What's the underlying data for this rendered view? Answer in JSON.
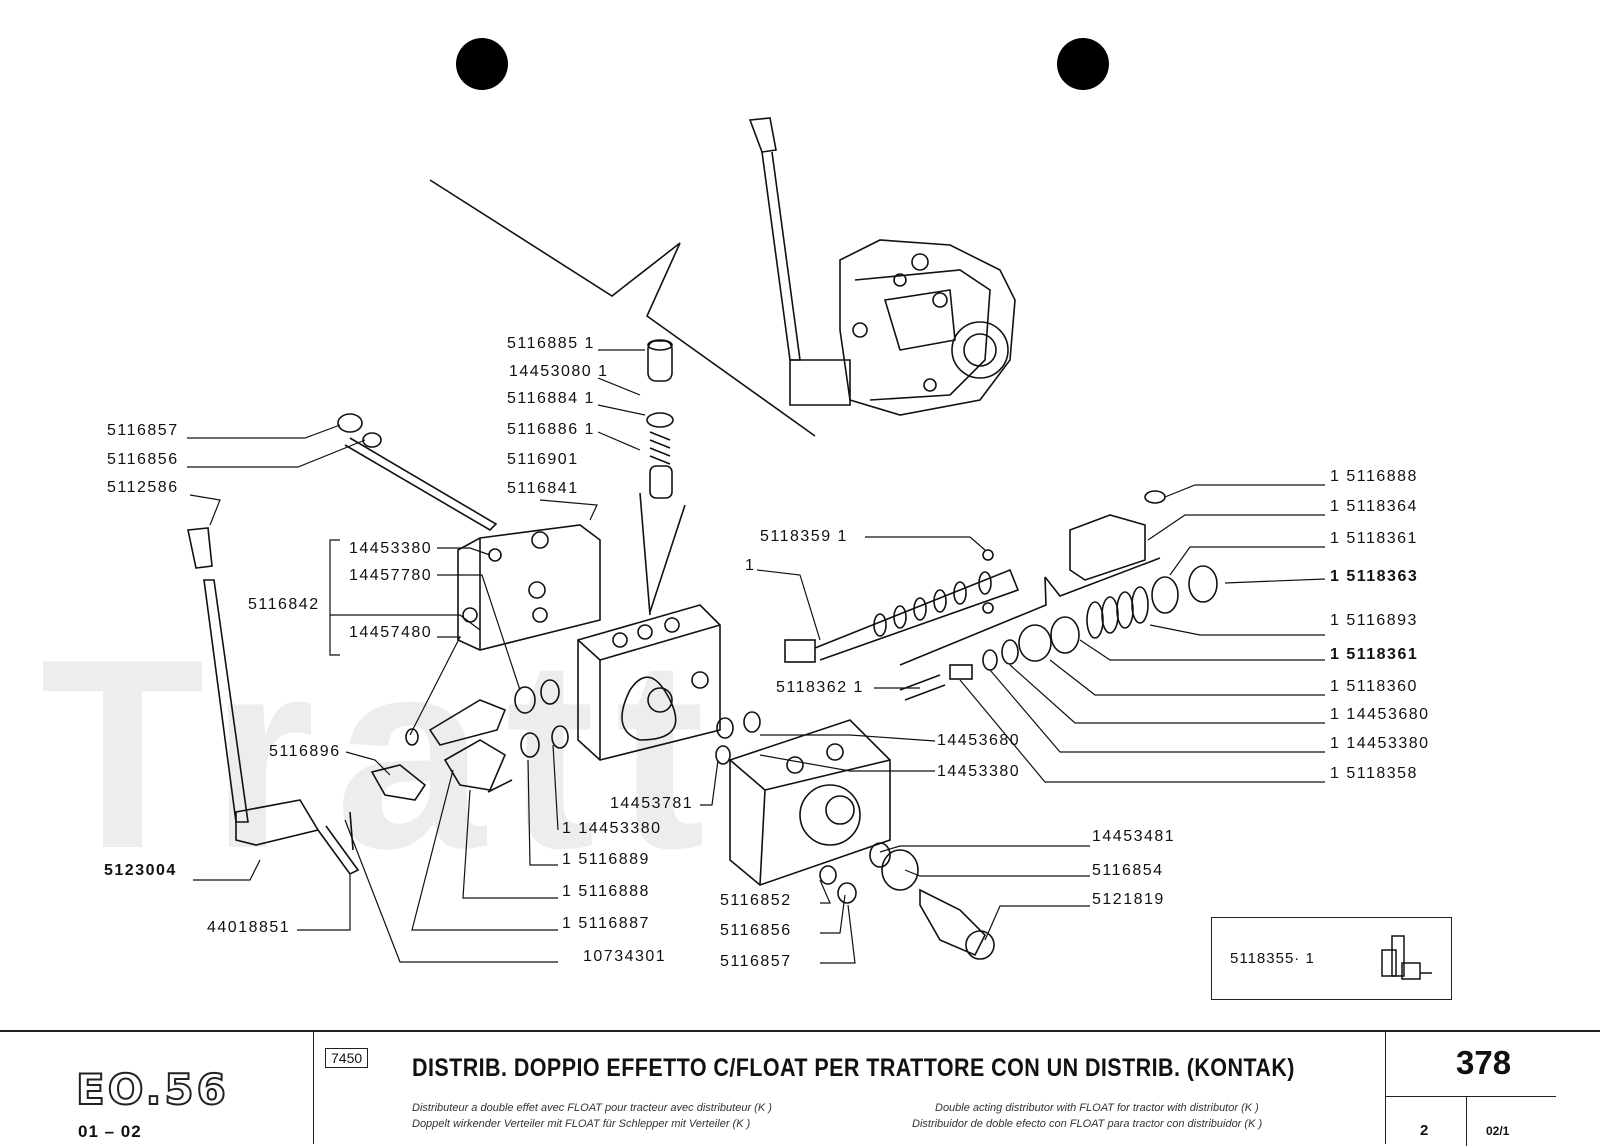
{
  "watermark": "Tratt",
  "labels": {
    "p5116885": "5116885 1",
    "p14453080": "14453080 1",
    "p5116884": "5116884 1",
    "p5116886": "5116886 1",
    "p5116901": "5116901",
    "p5116841": "5116841",
    "p5116857a": "5116857",
    "p5116856a": "5116856",
    "p5112586": "5112586",
    "p14453380a": "14453380",
    "p14457780": "14457780",
    "p5116842": "5116842",
    "p14457480": "14457480",
    "p5116896": "5116896",
    "p5123004": "5123004",
    "p44018851": "44018851",
    "p14453380b": "1 14453380",
    "p5116889": "1 5116889",
    "p5116888b": "1 5116888",
    "p5116887": "1 5116887",
    "p10734301": "10734301",
    "p5118359": "5118359 1",
    "p1": "1",
    "p5118362": "5118362 1",
    "p14453680a": "14453680",
    "p14453380c": "14453380",
    "p14453781": "14453781",
    "p14453481": "14453481",
    "p5116854": "5116854",
    "p5121819": "5121819",
    "p5116852": "5116852",
    "p5116856b": "5116856",
    "p5116857b": "5116857",
    "r5116888": "1 5116888",
    "r5118364": "1 5118364",
    "r5118361a": "1 5118361",
    "r5118363": "1 5118363",
    "r5116893": "1 5116893",
    "r5118361b": "1 5118361",
    "r5118360": "1 5118360",
    "r14453680": "1 14453680",
    "r14453380": "1 14453380",
    "r5118358": "1 5118358"
  },
  "inset": {
    "label": "5118355· 1"
  },
  "footer": {
    "logo": "EO.56",
    "range": "01 – 02",
    "code": "7450",
    "title": "DISTRIB. DOPPIO EFFETTO C/FLOAT PER TRATTORE CON UN DISTRIB. (KONTAK)",
    "fr": "Distributeur a double effet avec FLOAT pour tracteur avec distributeur (K )",
    "de": "Doppelt wirkender Verteiler mit FLOAT für Schlepper mit Verteiler (K )",
    "en": "Double acting distributor with FLOAT for tractor with distributor (K )",
    "es": "Distribuidor de doble efecto con FLOAT para tractor con distribuidor (K )",
    "page": "378",
    "page_sub": "2",
    "page_ref": "02/1"
  }
}
